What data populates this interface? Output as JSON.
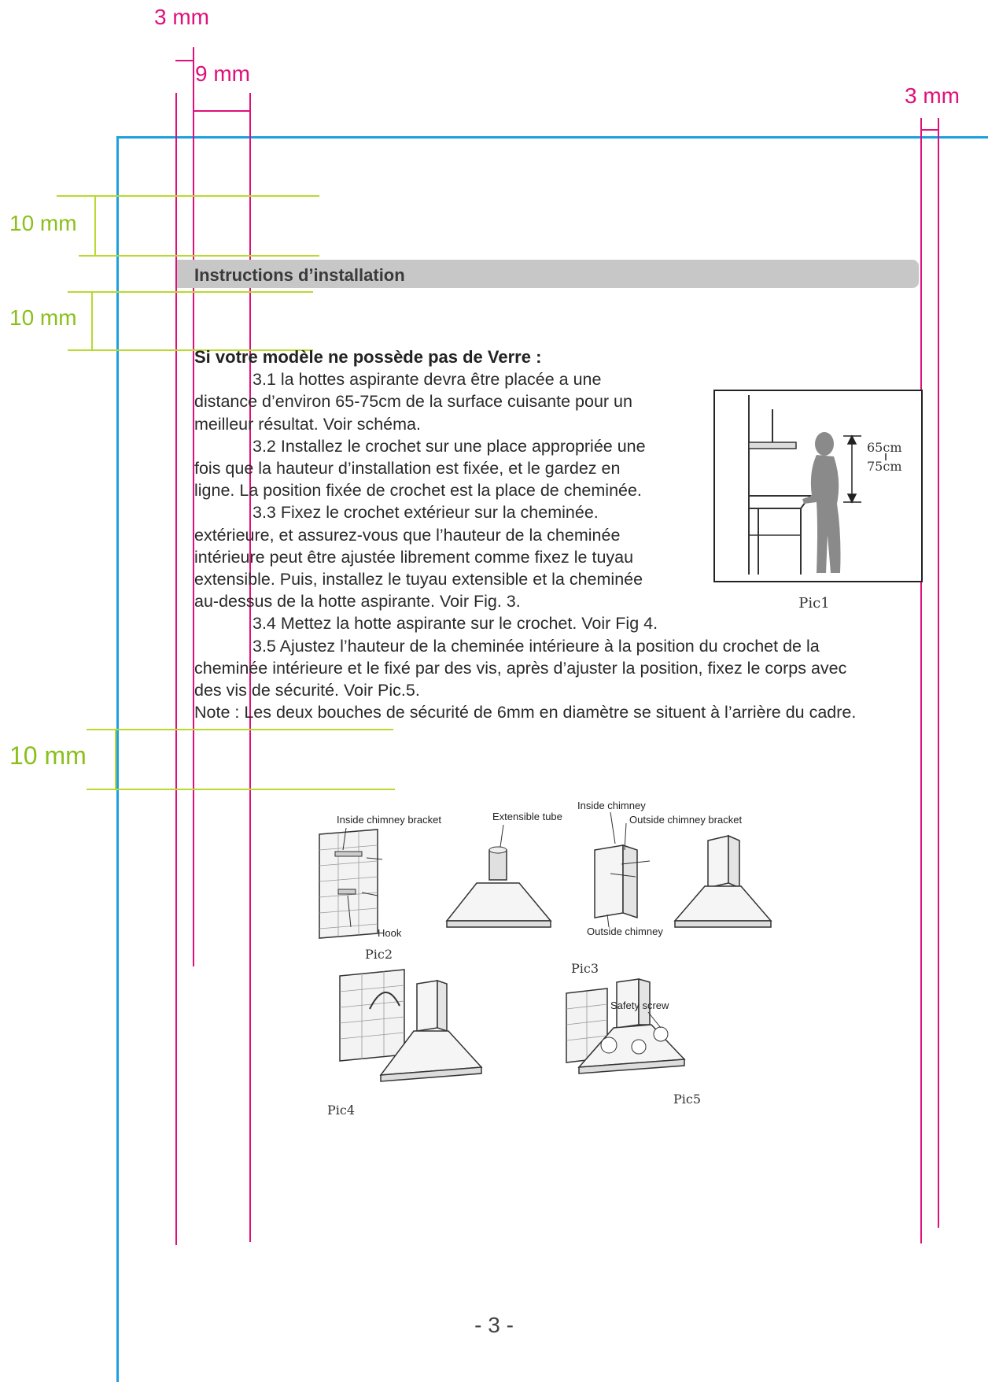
{
  "margin_labels": {
    "top_left_3mm": "3 mm",
    "top_left_9mm": "9 mm",
    "top_right_3mm": "3 mm",
    "left_10mm_a": "10 mm",
    "left_10mm_b": "10 mm",
    "left_10mm_c": "10 mm"
  },
  "section": {
    "title": "Instructions d’installation"
  },
  "content": {
    "heading": "Si votre modèle ne possède pas de Verre :",
    "lines": [
      "3.1 la hottes aspirante devra être placée a une",
      "distance d’environ 65-75cm de la surface cuisante pour un",
      "meilleur résultat. Voir schéma.",
      "3.2 Installez le crochet sur une place appropriée une",
      "fois que la hauteur d’installation est fixée, et le gardez en",
      "ligne. La position fixée de crochet est la place de cheminée.",
      "3.3 Fixez le crochet extérieur sur la cheminée.",
      "extérieure, et assurez-vous que l’hauteur de la cheminée",
      "intérieure peut être ajustée librement comme fixez le tuyau",
      "extensible. Puis, installez le tuyau extensible et la cheminée",
      "au-dessus de la hotte aspirante. Voir Fig. 3.",
      "3.4 Mettez la hotte aspirante sur le crochet. Voir Fig 4.",
      "3.5 Ajustez l’hauteur de la cheminée intérieure à la position du crochet de la",
      "cheminée intérieure et le fixé par des vis, après d’ajuster la position, fixez le corps avec",
      "des vis de sécurité. Voir Pic.5.",
      "Note : Les deux bouches de sécurité de 6mm en diamètre se situent à l’arrière du cadre."
    ]
  },
  "figures": {
    "pic1": {
      "label": "Pic1",
      "dim_top": "65cm",
      "dim_bottom": "75cm"
    },
    "pic2": {
      "label": "Pic2",
      "callout_bracket": "Inside chimney bracket",
      "callout_hook": "Hook"
    },
    "pic3": {
      "label": "Pic3",
      "callout_tube": "Extensible tube",
      "callout_inside": "Inside chimney",
      "callout_outside_bracket": "Outside chimney bracket",
      "callout_outside": "Outside chimney"
    },
    "pic4": {
      "label": "Pic4"
    },
    "pic5": {
      "label": "Pic5",
      "callout_screw": "Safety screw"
    }
  },
  "page_number": "- 3 -"
}
